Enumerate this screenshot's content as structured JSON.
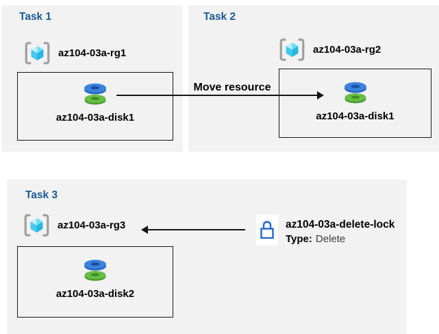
{
  "colors": {
    "panel_background": "#f2f2f2",
    "title_blue": "#1a5a96",
    "arrow_black": "#141414",
    "lock_blue": "#2465d2",
    "disk_blue": "#3b82dd",
    "disk_green": "#68bd45",
    "cube_cyan": "#40cbee",
    "bracket_gray": "#a0a0a0"
  },
  "icons": {
    "resource_group": "azure-resource-group-icon (cyan cube in gray brackets)",
    "disk": "azure-disk-icon (blue and green stacked disks)",
    "lock": "padlock-outline-icon"
  },
  "tasks": [
    {
      "title": "Task 1",
      "resource_group": "az104-03a-rg1",
      "resource": "az104-03a-disk1"
    },
    {
      "title": "Task 2",
      "resource_group": "az104-03a-rg2",
      "resource": "az104-03a-disk1"
    },
    {
      "title": "Task 3",
      "resource_group": "az104-03a-rg3",
      "resource": "az104-03a-disk2"
    }
  ],
  "move_arrow": {
    "label": "Move resource"
  },
  "delete_lock": {
    "name": "az104-03a-delete-lock",
    "type_label": "Type:",
    "type_value": "Delete"
  }
}
